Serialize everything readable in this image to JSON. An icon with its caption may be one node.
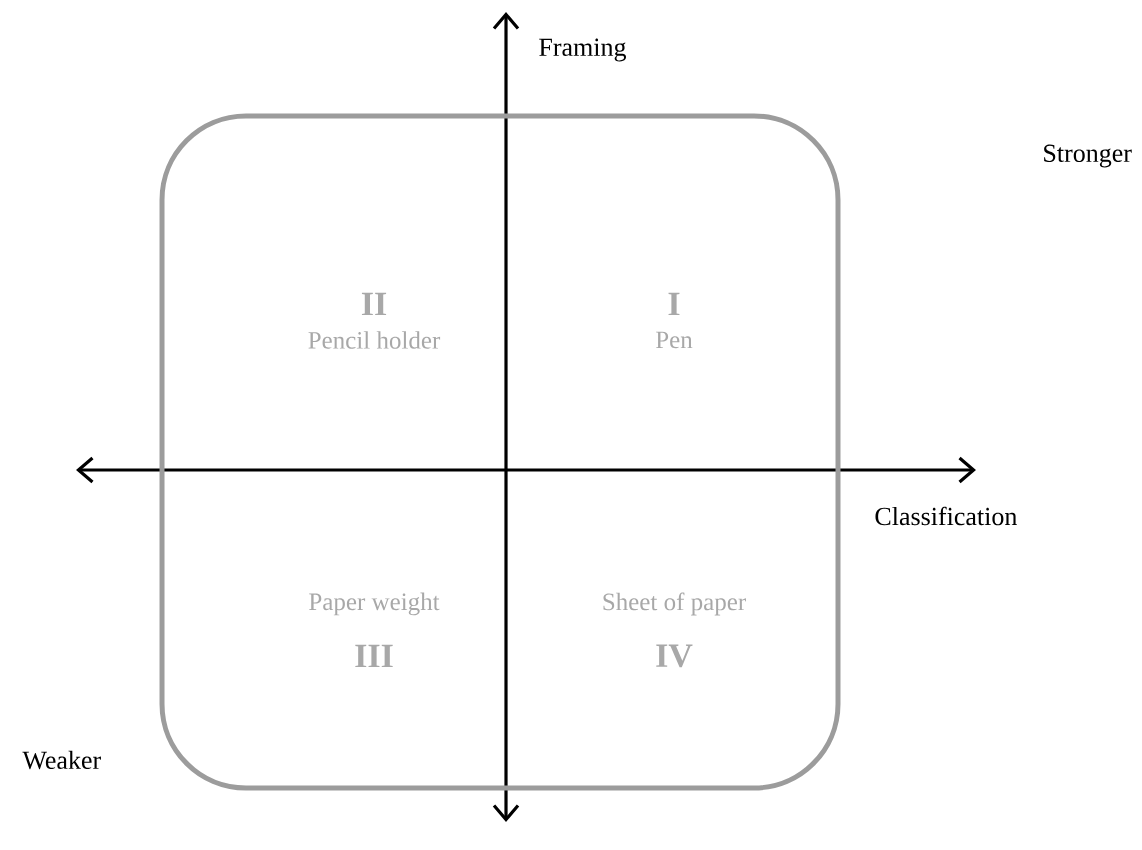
{
  "diagram": {
    "nodes": [
      {
        "text": [
          "II",
          "Pencil holder",
          "I",
          "Pen",
          "Paper weight",
          "III",
          "Sheet of paper",
          "IV"
        ]
      }
    ],
    "labels": [
      "Framing",
      "Stronger",
      "Classification",
      "Weaker"
    ]
  }
}
